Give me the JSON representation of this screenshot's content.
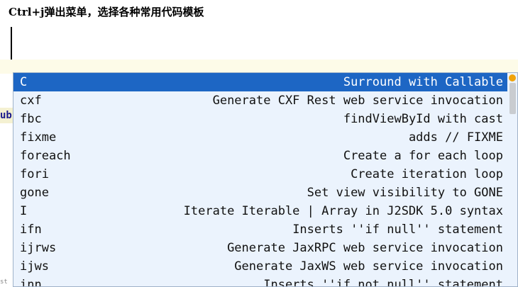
{
  "annotation": {
    "caption": "Ctrl+j弹出菜单，选择各种常用代码模板"
  },
  "editor": {
    "code_fragment": "ub",
    "bottom_fragment": "st · ..."
  },
  "popup": {
    "selected_index": 0,
    "items": [
      {
        "abbr": "C",
        "description": "Surround with Callable"
      },
      {
        "abbr": "cxf",
        "description": "Generate CXF Rest web service invocation"
      },
      {
        "abbr": "fbc",
        "description": "findViewById with cast"
      },
      {
        "abbr": "fixme",
        "description": "adds // FIXME"
      },
      {
        "abbr": "foreach",
        "description": "Create a for each loop"
      },
      {
        "abbr": "fori",
        "description": "Create iteration loop"
      },
      {
        "abbr": "gone",
        "description": "Set view visibility to GONE"
      },
      {
        "abbr": "I",
        "description": "Iterate Iterable | Array in J2SDK 5.0 syntax"
      },
      {
        "abbr": "ifn",
        "description": "Inserts ''if null'' statement"
      },
      {
        "abbr": "ijrws",
        "description": "Generate JaxRPC web service invocation"
      },
      {
        "abbr": "ijws",
        "description": "Generate JaxWS web service invocation"
      },
      {
        "abbr": "inn",
        "description": "Inserts ''if not null'' statement"
      }
    ]
  },
  "colors": {
    "selection": "#1d66c4",
    "popup_background": "#ebf3fd",
    "scroll_marker": "#f0a30a"
  }
}
